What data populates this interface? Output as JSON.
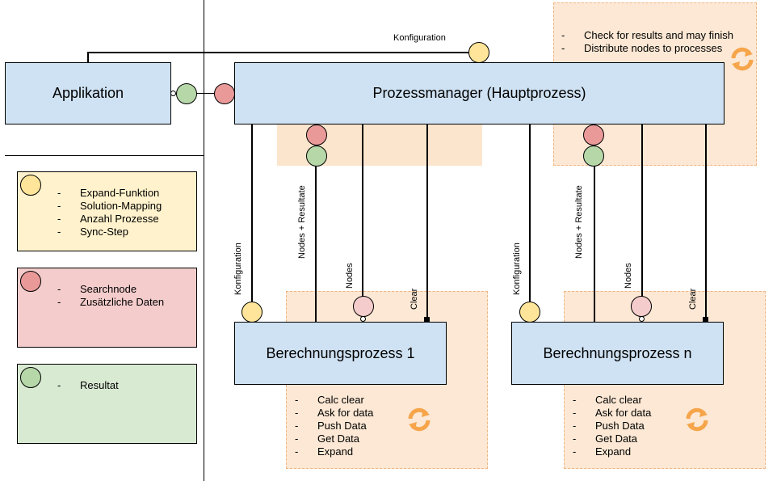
{
  "boxes": {
    "application": "Applikation",
    "manager": "Prozessmanager (Hauptprozess)",
    "worker1": "Berechnungsprozess 1",
    "workern": "Berechnungsprozess n"
  },
  "top_label": "Konfiguration",
  "manager_note": [
    "Check for results and may finish",
    "Distribute nodes to processes"
  ],
  "worker_note": [
    "Calc clear",
    "Ask for data",
    "Push Data",
    "Get Data",
    "Expand"
  ],
  "edge_labels": {
    "konfiguration": "Konfiguration",
    "nodes_resultate": "Nodes + Resultate",
    "nodes": "Nodes",
    "clear": "Clear"
  },
  "legend": {
    "yellow": [
      "Expand-Funktion",
      "Solution-Mapping",
      "Anzahl Prozesse",
      "Sync-Step"
    ],
    "red": [
      "Searchnode",
      "Zusätzliche Daten"
    ],
    "green": [
      "Resultat"
    ]
  },
  "colors": {
    "yellow_circle": "#ffe599",
    "red_circle": "#ea9999",
    "green_circle": "#b6d7a8",
    "pink_circle": "#f4cccc",
    "box_blue": "#cfe2f3",
    "note_orange": "#fce5cd",
    "legend_yellow": "#fff2cc",
    "legend_red": "#f4cccc",
    "legend_green": "#d9ead3",
    "cycle_icon": "#f6a54a"
  }
}
